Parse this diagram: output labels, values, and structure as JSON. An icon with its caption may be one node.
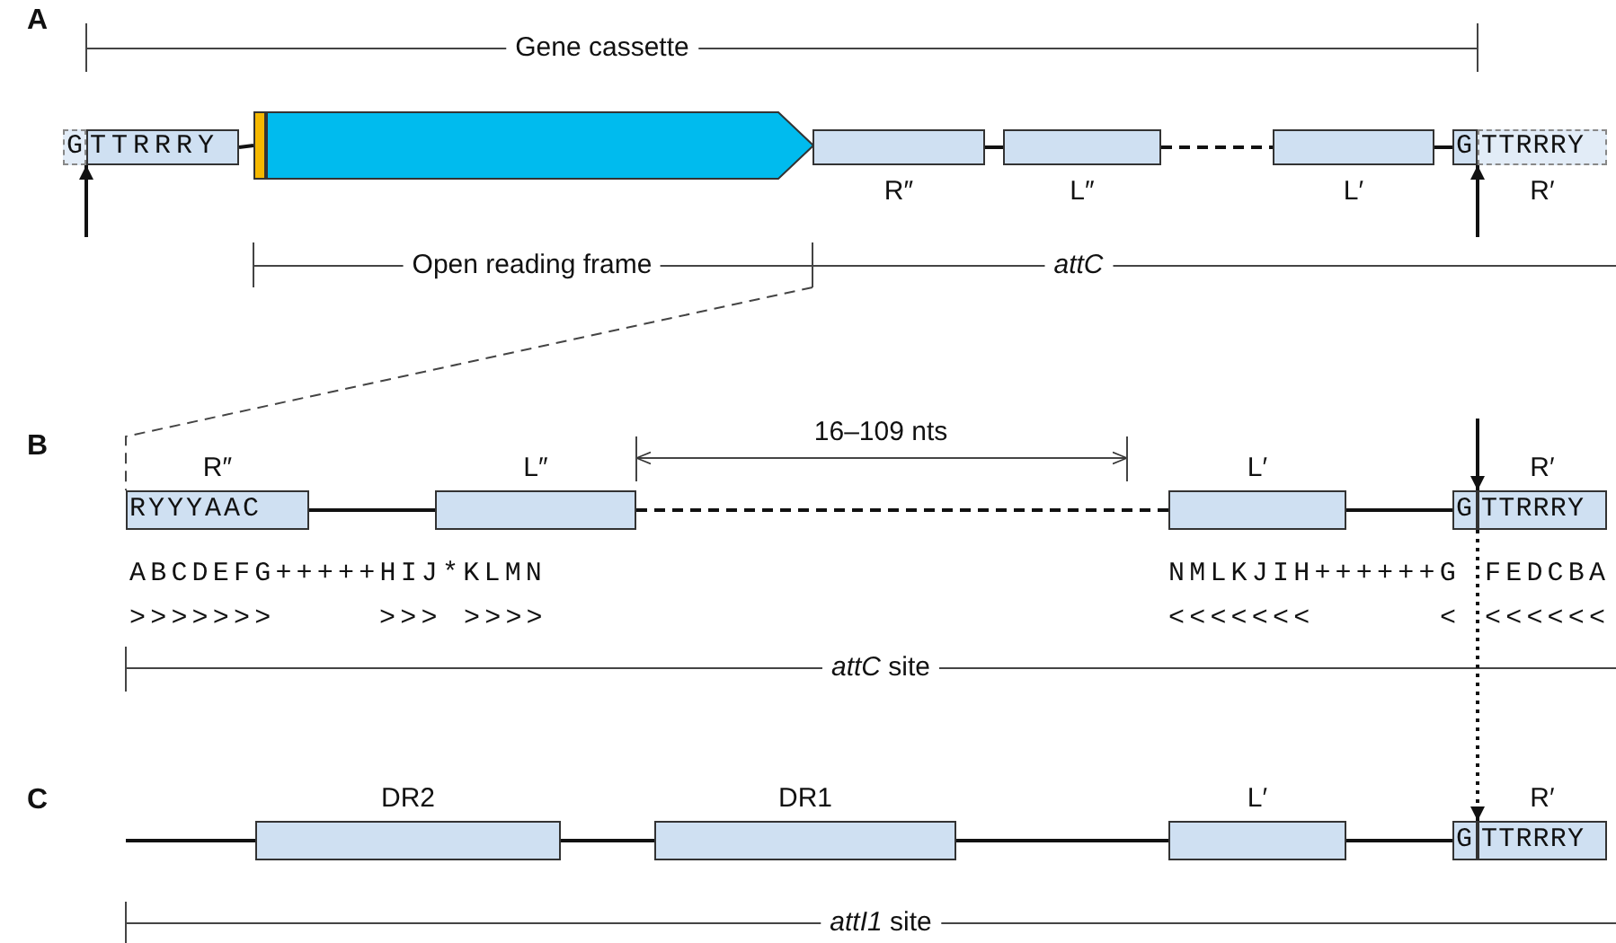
{
  "diagram": {
    "nodes": [
      {
        "text": [
          "G"
        ]
      },
      {
        "text": [
          "TTRRRY"
        ]
      },
      {
        "text": [],
        "shape": "bar"
      },
      {
        "text": [],
        "shape": "arrow"
      },
      {
        "text": [],
        "shape": "box",
        "beside": [
          "R″"
        ]
      },
      {
        "text": [],
        "shape": "box",
        "beside": [
          "L″"
        ]
      },
      {
        "text": [],
        "shape": "box",
        "beside": [
          "L′"
        ]
      },
      {
        "text": [
          "G"
        ]
      },
      {
        "text": [
          "TTRRRY"
        ],
        "beside": [
          "R′"
        ]
      },
      {
        "text": [
          "RYYYAAC"
        ],
        "beside": [
          "R″"
        ]
      },
      {
        "text": [],
        "shape": "box",
        "beside": [
          "L″"
        ]
      },
      {
        "text": [],
        "shape": "box",
        "beside": [
          "L′"
        ]
      },
      {
        "text": [
          "G"
        ]
      },
      {
        "text": [
          "TTRRRY"
        ],
        "beside": [
          "R′"
        ]
      },
      {
        "text": [],
        "shape": "box",
        "beside": [
          "DR2"
        ]
      },
      {
        "text": [],
        "shape": "box",
        "beside": [
          "DR1"
        ]
      },
      {
        "text": [],
        "shape": "box",
        "beside": [
          "L′"
        ]
      },
      {
        "text": [
          "G"
        ]
      },
      {
        "text": [
          "TTRRRY"
        ],
        "beside": [
          "R′"
        ]
      }
    ],
    "edges": [
      {
        "from": 1,
        "to": 2,
        "arrow": "none"
      },
      {
        "from": 4,
        "to": 5,
        "arrow": "none"
      },
      {
        "from": 5,
        "to": 6,
        "arrow": "none",
        "style": "dashed"
      },
      {
        "from": 6,
        "to": 7,
        "arrow": "none"
      },
      {
        "from": null,
        "to": 0,
        "arrow": "to"
      },
      {
        "from": null,
        "to": 7,
        "arrow": "to"
      },
      {
        "from": 9,
        "to": 10,
        "arrow": "none"
      },
      {
        "from": 10,
        "to": 11,
        "arrow": "none",
        "style": "dashed"
      },
      {
        "from": 11,
        "to": 12,
        "arrow": "none"
      },
      {
        "from": null,
        "to": 12,
        "arrow": "to"
      },
      {
        "from": 12,
        "to": 17,
        "arrow": "to",
        "style": "dashed"
      },
      {
        "from": null,
        "to": 14,
        "arrow": "none"
      },
      {
        "from": 14,
        "to": 15,
        "arrow": "none"
      },
      {
        "from": 15,
        "to": 16,
        "arrow": "none"
      },
      {
        "from": 16,
        "to": 17,
        "arrow": "none"
      }
    ],
    "labels": [
      "A",
      "Gene cassette",
      "Open reading frame",
      "attC",
      "B",
      "16–109 nts",
      "ABCDEFG+++++HIJ*KLMN",
      ">>>>>>>",
      ">>>",
      ">>>>",
      "NMLKJIH++++++G",
      "FEDCBA",
      "<<<<<<<",
      "<",
      "<<<<<<",
      "*attC* site",
      "C",
      "*attI1* site"
    ]
  }
}
